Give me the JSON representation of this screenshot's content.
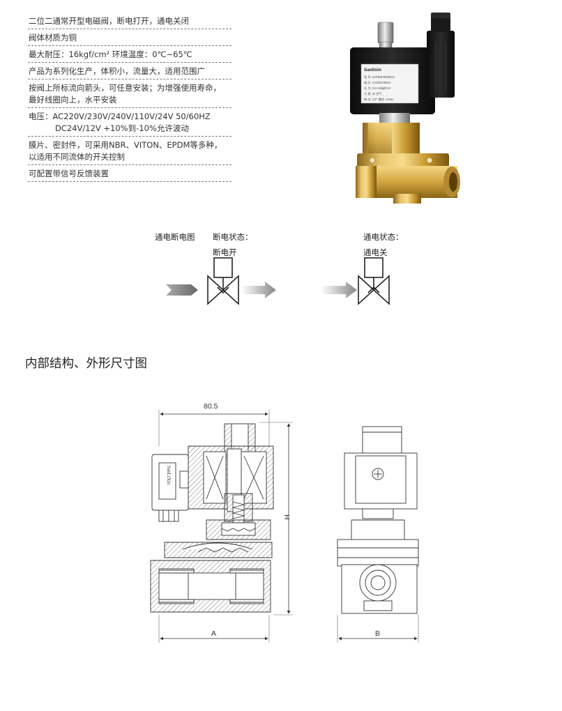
{
  "specs": [
    {
      "lines": [
        "二位二通常开型电磁阀，断电打开，通电关闭"
      ]
    },
    {
      "lines": [
        "阀体材质为铜"
      ]
    },
    {
      "lines": [
        "最大耐压：16kgf/cm² 环境温度：0℃~65℃"
      ]
    },
    {
      "lines": [
        "产品为系列化生产，体积小，流量大，适用范围广"
      ]
    },
    {
      "lines": [
        "按阀上所标流向箭头，可任意安装；为增强使用寿命，",
        "最好线圈向上，水平安装"
      ]
    },
    {
      "lines": [
        "电压：AC220V/230V/240V/110V/24V  50/60HZ",
        "DC24V/12V  +10%到-10%允许波动"
      ]
    },
    {
      "lines": [
        "膜片、密封件，可采用NBR、VITON、EPDM等多种，",
        "以适用不同流体的开关控制"
      ]
    },
    {
      "lines": [
        "可配置带信号反馈装置"
      ]
    }
  ],
  "product_photo": {
    "brand_label": "Sanlixin",
    "nameplate_lines": [
      "型 号: SLP2DF02MD13",
      "电 压: AC220V/50Hz",
      "压 力: 0.3~16kgf/cm²",
      "介 质: 水 空气",
      "接 口: 1/2\" 通径: 13mm"
    ]
  },
  "flow_diagram": {
    "title": "通电断电图",
    "off_state_label": "断电状态：",
    "off_state_value": "断电开",
    "on_state_label": "通电状态：",
    "on_state_value": "通电关"
  },
  "section_title": "内部结构、外形尺寸图",
  "dimensions": {
    "top_width": "80.5",
    "height": "H",
    "width_a": "A",
    "width_b": "B",
    "coil_brand": "SanLiXin"
  },
  "colors": {
    "brass": "#d4a64a",
    "coil": "#1b1b1b",
    "hatch": "#555555",
    "line": "#444444"
  }
}
